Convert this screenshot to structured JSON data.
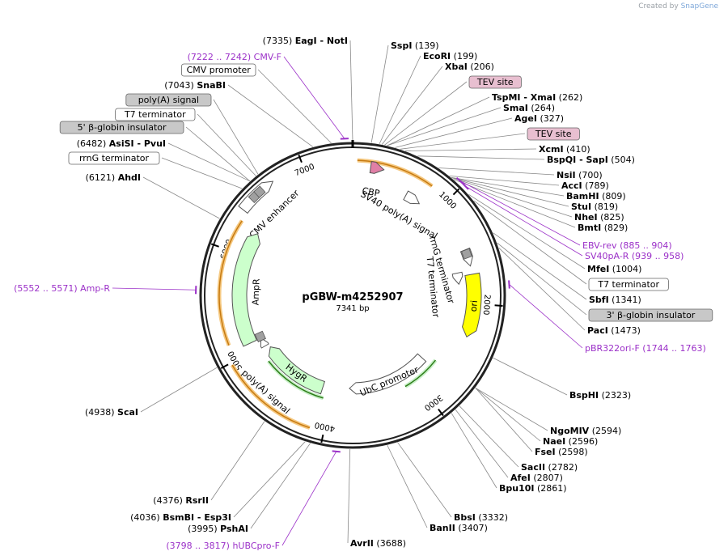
{
  "brand": {
    "created_by": "Created by",
    "name": "SnapGene"
  },
  "plasmid": {
    "name": "pGBW-m4252907",
    "size": "7341 bp"
  },
  "backbone_ticks": [
    {
      "label": "1000",
      "ang": 45
    },
    {
      "label": "2000",
      "ang": 94
    },
    {
      "label": "3000",
      "ang": 143
    },
    {
      "label": "4000",
      "ang": 192
    },
    {
      "label": "5000",
      "ang": 241
    },
    {
      "label": "6000",
      "ang": 290
    },
    {
      "label": "7000",
      "ang": 339
    }
  ],
  "features": [
    {
      "label": "CMV enhancer",
      "color": "#ffffff",
      "start": 308,
      "end": 325,
      "r": 172,
      "w": 14,
      "text": "CMV enhancer",
      "ta": 316,
      "tr": 140
    },
    {
      "label": "SV40 poly(A) signal",
      "color": "#ffffff",
      "start": 28,
      "end": 36,
      "r": 140,
      "w": 12,
      "text": "SV40 poly(A) signal",
      "ta": 30,
      "tr": 115
    },
    {
      "label": "CBP",
      "color": "#e07fa6",
      "start": 8,
      "end": 14,
      "r": 160,
      "w": 14,
      "text": "CBP",
      "ta": 10,
      "tr": 130
    },
    {
      "label": "rrnG terminator",
      "color": "#ffffff",
      "start": 68,
      "end": 76,
      "r": 150,
      "w": 12,
      "text": "rrnG terminator",
      "ta": 74,
      "tr": 115
    },
    {
      "label": "T7 terminator",
      "color": "#ffffff",
      "start": 78,
      "end": 84,
      "r": 132,
      "w": 12,
      "text": "T7 terminator",
      "ta": 84,
      "tr": 100
    },
    {
      "label": "ori",
      "color": "#ffff00",
      "start": 80,
      "end": 110,
      "r": 150,
      "w": 18,
      "text": "ori",
      "ta": 95,
      "tr": 150
    },
    {
      "label": "UbC promoter",
      "color": "#ffffff",
      "start": 132,
      "end": 182,
      "r": 115,
      "w": 14,
      "text": "UbC promoter",
      "ta": 157,
      "tr": 115
    },
    {
      "label": "HygR",
      "color": "#ccffcc",
      "start": 198,
      "end": 238,
      "r": 120,
      "w": 16,
      "text": "HygR",
      "ta": 216,
      "tr": 118
    },
    {
      "label": "poly(A) signal",
      "color": "#ffffff",
      "start": 240,
      "end": 245,
      "r": 125,
      "w": 10,
      "text": "poly(A) signal",
      "ta": 222,
      "tr": 160
    },
    {
      "label": "AmpR",
      "color": "#ccffcc",
      "start": 245,
      "end": 303,
      "r": 140,
      "w": 18,
      "text": "AmpR",
      "ta": 272,
      "tr": 120
    }
  ],
  "primers": [
    {
      "label": "CMV-F",
      "range": "(7222 .. 7242)",
      "ang": 357
    },
    {
      "label": "EBV-rev",
      "range": "(885 .. 904)",
      "ang": 43
    },
    {
      "label": "SV40pA-R",
      "range": "(939 .. 958)",
      "ang": 46
    },
    {
      "label": "pBR322ori-F",
      "range": "(1744 .. 1763)",
      "ang": 86
    },
    {
      "label": "hUBCpro-F",
      "range": "(3798 .. 3817)",
      "ang": 186
    },
    {
      "label": "Amp-R",
      "range": "(5552 .. 5571)",
      "ang": 272
    }
  ],
  "right_labels": [
    {
      "pos": "(139)",
      "name": "SspI",
      "kind": "site",
      "ang": 7
    },
    {
      "pos": "(199)",
      "name": "EcoRI",
      "kind": "site",
      "ang": 10
    },
    {
      "pos": "(206)",
      "name": "XbaI",
      "kind": "site",
      "ang": 11
    },
    {
      "pos": "",
      "name": "TEV site",
      "kind": "feature-pink",
      "ang": 12
    },
    {
      "pos": "(262)",
      "name": "TspMI - XmaI",
      "kind": "site",
      "ang": 13
    },
    {
      "pos": "(264)",
      "name": "SmaI",
      "kind": "site",
      "ang": 13
    },
    {
      "pos": "(327)",
      "name": "AgeI",
      "kind": "site",
      "ang": 16
    },
    {
      "pos": "",
      "name": "TEV site",
      "kind": "feature-pink",
      "ang": 18
    },
    {
      "pos": "(410)",
      "name": "XcmI",
      "kind": "site",
      "ang": 20
    },
    {
      "pos": "(504)",
      "name": "BspQI - SapI",
      "kind": "site",
      "ang": 25
    },
    {
      "pos": "(700)",
      "name": "NsiI",
      "kind": "site",
      "ang": 34
    },
    {
      "pos": "(789)",
      "name": "AccI",
      "kind": "site",
      "ang": 39
    },
    {
      "pos": "(809)",
      "name": "BamHI",
      "kind": "site",
      "ang": 40
    },
    {
      "pos": "(819)",
      "name": "StuI",
      "kind": "site",
      "ang": 40
    },
    {
      "pos": "(825)",
      "name": "NheI",
      "kind": "site",
      "ang": 40
    },
    {
      "pos": "(829)",
      "name": "BmtI",
      "kind": "site",
      "ang": 41
    },
    {
      "pos": "(1004)",
      "name": "MfeI",
      "kind": "site",
      "ang": 49
    },
    {
      "pos": "",
      "name": "T7 terminator",
      "kind": "feature-white",
      "ang": 52
    },
    {
      "pos": "(1341)",
      "name": "SbfI",
      "kind": "site",
      "ang": 66
    },
    {
      "pos": "",
      "name": "3' β-globin insulator",
      "kind": "feature-gray",
      "ang": 70
    },
    {
      "pos": "(1473)",
      "name": "PacI",
      "kind": "site",
      "ang": 72
    },
    {
      "pos": "(2323)",
      "name": "BspHI",
      "kind": "site",
      "ang": 114
    },
    {
      "pos": "(2594)",
      "name": "NgoMIV",
      "kind": "site",
      "ang": 127
    },
    {
      "pos": "(2596)",
      "name": "NaeI",
      "kind": "site",
      "ang": 127
    },
    {
      "pos": "(2598)",
      "name": "FseI",
      "kind": "site",
      "ang": 127
    },
    {
      "pos": "(2782)",
      "name": "SacII",
      "kind": "site",
      "ang": 136
    },
    {
      "pos": "(2807)",
      "name": "AfeI",
      "kind": "site",
      "ang": 138
    },
    {
      "pos": "(2861)",
      "name": "Bpu10I",
      "kind": "site",
      "ang": 140
    },
    {
      "pos": "(3332)",
      "name": "BbsI",
      "kind": "site",
      "ang": 163
    },
    {
      "pos": "(3407)",
      "name": "BanII",
      "kind": "site",
      "ang": 167
    },
    {
      "pos": "(3688)",
      "name": "AvrII",
      "kind": "site",
      "ang": 181
    }
  ],
  "left_labels": [
    {
      "pos": "(7335)",
      "name": "EagI - NotI",
      "kind": "site",
      "ang": 360
    },
    {
      "pos": "",
      "name": "CMV promoter",
      "kind": "feature-white",
      "ang": 352
    },
    {
      "pos": "(7043)",
      "name": "SnaBI",
      "kind": "site",
      "ang": 345
    },
    {
      "pos": "",
      "name": "poly(A) signal",
      "kind": "feature-gray",
      "ang": 322
    },
    {
      "pos": "",
      "name": "T7 terminator",
      "kind": "feature-white",
      "ang": 321
    },
    {
      "pos": "",
      "name": "5' β-globin insulator",
      "kind": "feature-gray",
      "ang": 318
    },
    {
      "pos": "(6482)",
      "name": "AsiSI - PvuI",
      "kind": "site",
      "ang": 318
    },
    {
      "pos": "",
      "name": "rrnG terminator",
      "kind": "feature-white",
      "ang": 314
    },
    {
      "pos": "(6121)",
      "name": "AhdI",
      "kind": "site",
      "ang": 300
    },
    {
      "pos": "(4938)",
      "name": "ScaI",
      "kind": "site",
      "ang": 242
    },
    {
      "pos": "(4376)",
      "name": "RsrII",
      "kind": "site",
      "ang": 215
    },
    {
      "pos": "(4036)",
      "name": "BsmBI - Esp3I",
      "kind": "site",
      "ang": 198
    },
    {
      "pos": "(3995)",
      "name": "PshAI",
      "kind": "site",
      "ang": 196
    }
  ]
}
